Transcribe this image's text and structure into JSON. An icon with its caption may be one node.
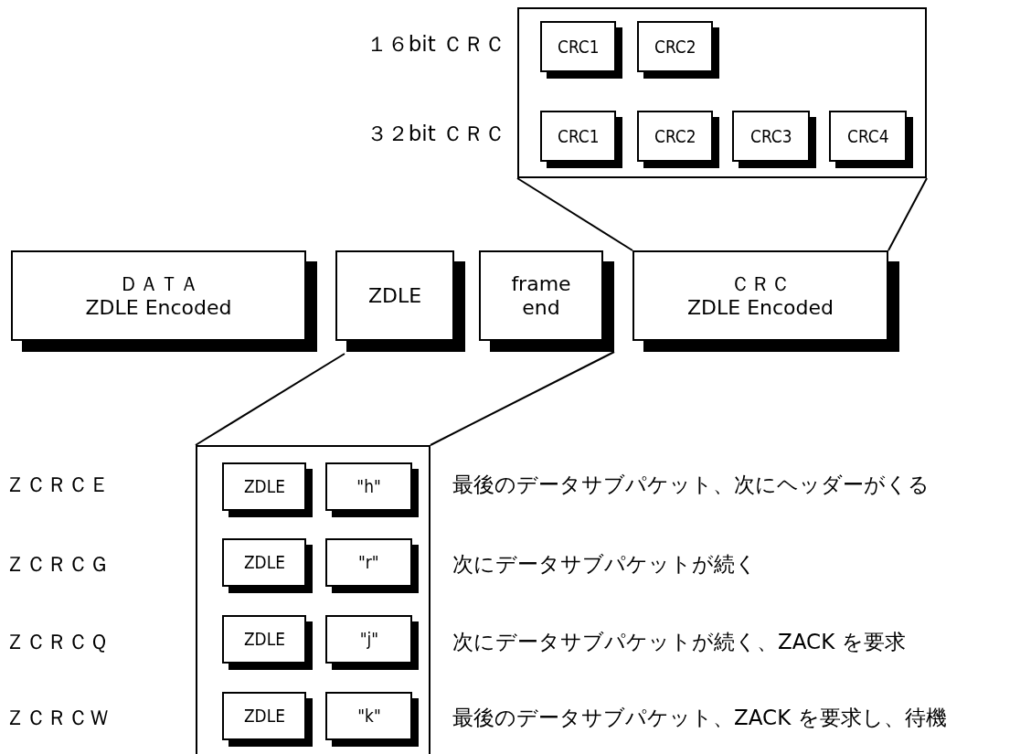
{
  "diagram": {
    "nodes": [
      {
        "text": [],
        "shape": "box"
      },
      {
        "text": [
          "CRC1"
        ],
        "in": 0
      },
      {
        "text": [
          "CRC2"
        ],
        "in": 0
      },
      {
        "text": [
          "CRC1"
        ],
        "in": 0
      },
      {
        "text": [
          "CRC2"
        ],
        "in": 0
      },
      {
        "text": [
          "CRC3"
        ],
        "in": 0
      },
      {
        "text": [
          "CRC4"
        ],
        "in": 0
      },
      {
        "text": [
          "ＤＡＴＡ",
          "ZDLE Encoded"
        ]
      },
      {
        "text": [
          "ZDLE"
        ]
      },
      {
        "text": [
          "frame end"
        ]
      },
      {
        "text": [
          "ＣＲＣ",
          "ZDLE Encoded"
        ]
      },
      {
        "text": [],
        "shape": "box"
      },
      {
        "text": [
          "ZDLE"
        ],
        "in": 11
      },
      {
        "text": [
          "\"h\""
        ],
        "in": 11
      },
      {
        "text": [
          "ZDLE"
        ],
        "in": 11
      },
      {
        "text": [
          "\"r\""
        ],
        "in": 11
      },
      {
        "text": [
          "ZDLE"
        ],
        "in": 11
      },
      {
        "text": [
          "\"j\""
        ],
        "in": 11
      },
      {
        "text": [
          "ZDLE"
        ],
        "in": 11
      },
      {
        "text": [
          "\"k\""
        ],
        "in": 11
      }
    ],
    "edges": [
      {
        "from": 10,
        "to": 0,
        "arrow": "none"
      },
      {
        "from": 10,
        "to": 0,
        "arrow": "none"
      },
      {
        "from": 8,
        "to": 11,
        "arrow": "none"
      },
      {
        "from": 9,
        "to": 11,
        "arrow": "none"
      }
    ],
    "labels": [
      "１６bit ＣＲＣ",
      "３２bit ＣＲＣ",
      "ＺＣＲＣＥ",
      "最後のデータサブパケット、次にヘッダーがくる",
      "ＺＣＲＣＧ",
      "次にデータサブパケットが続く",
      "ＺＣＲＣＱ",
      "次にデータサブパケットが続く、ZACK を要求",
      "ＺＣＲＣＷ",
      "最後のデータサブパケット、ZACK を要求し、待機"
    ]
  }
}
